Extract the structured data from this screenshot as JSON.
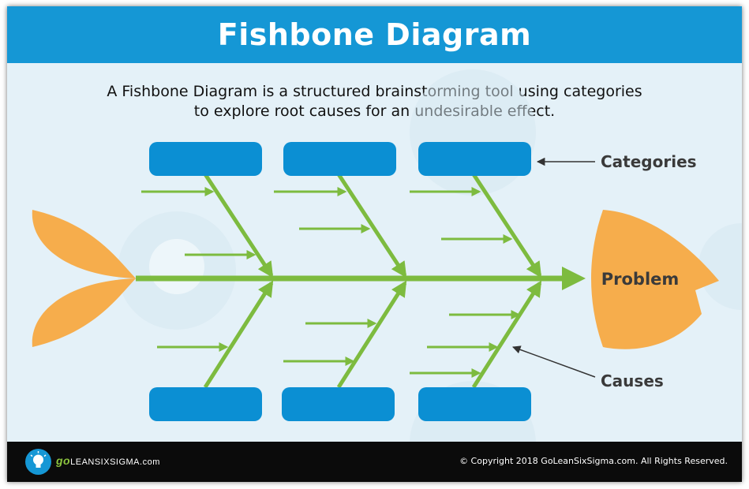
{
  "header": {
    "title": "Fishbone Diagram"
  },
  "intro": {
    "line1": "A Fishbone Diagram is a structured brainstorming tool using categories",
    "line2": "to explore root causes for an undesirable effect."
  },
  "diagram": {
    "head_label": "Problem",
    "callout_categories": "Categories",
    "callout_causes": "Causes"
  },
  "footer": {
    "logo_go": "go",
    "logo_rest": "LEANSIXSIGMA.com",
    "copyright": "© Copyright 2018 GoLeanSixSigma.com. All Rights Reserved."
  },
  "colors": {
    "header_blue": "#1597d5",
    "box_blue": "#0b8fd3",
    "bone_green": "#7dbb3f",
    "fish_orange": "#f6ad4c",
    "background": "#e4f1f8",
    "footer": "#0b0b0b"
  }
}
